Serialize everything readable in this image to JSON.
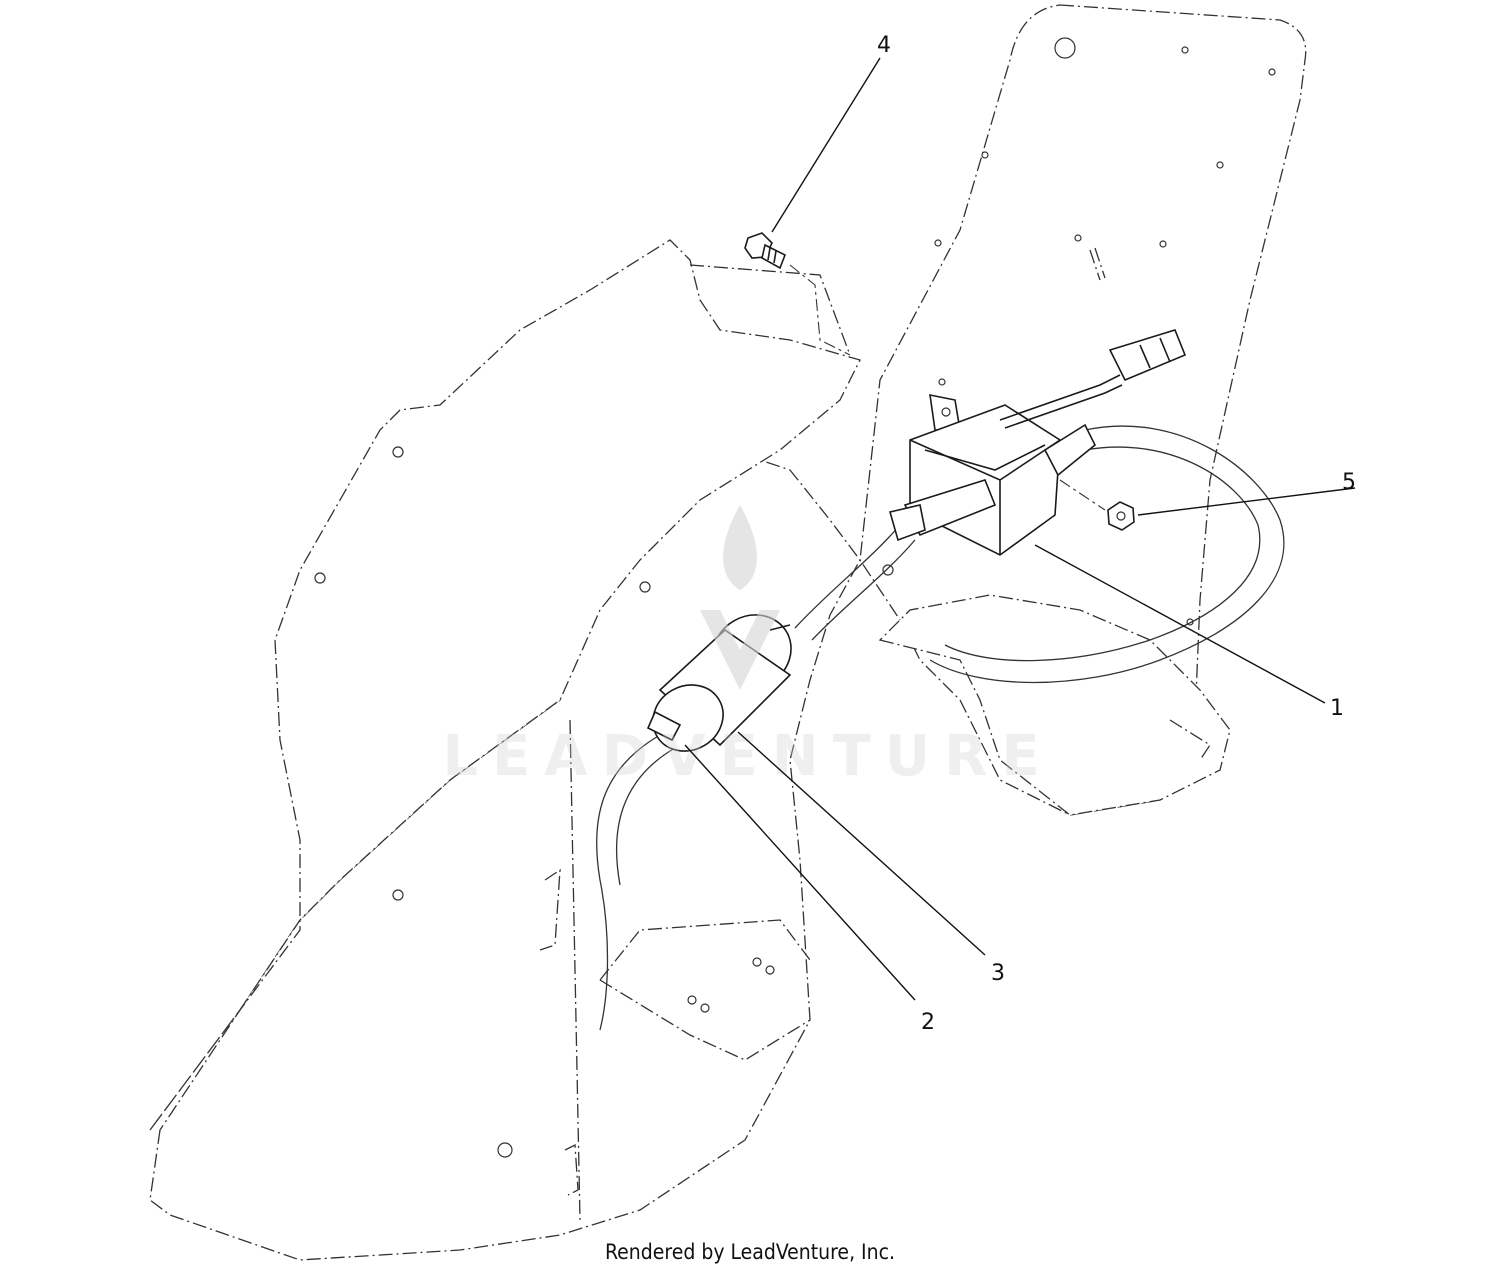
{
  "diagram": {
    "callouts": [
      {
        "id": "1",
        "label": "1"
      },
      {
        "id": "2",
        "label": "2"
      },
      {
        "id": "3",
        "label": "3"
      },
      {
        "id": "4",
        "label": "4"
      },
      {
        "id": "5",
        "label": "5"
      }
    ],
    "watermark": "LEADVENTURE"
  },
  "footer": {
    "credit": "Rendered by LeadVenture, Inc."
  }
}
